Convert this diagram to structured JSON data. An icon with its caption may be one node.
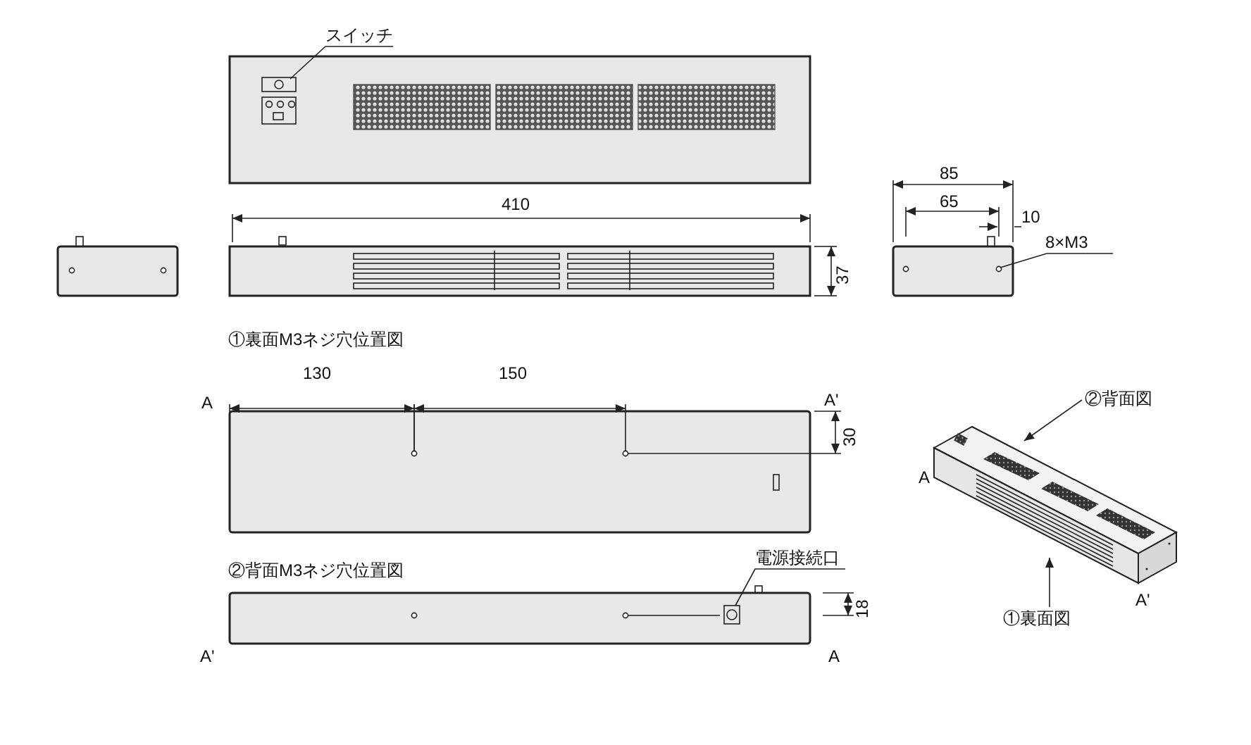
{
  "diagram": {
    "nodes": [
      {
        "text": [
          "スイッチ"
        ]
      },
      {
        "text": [],
        "shape": "box"
      },
      {
        "text": [
          "8×M3"
        ]
      },
      {
        "text": [],
        "shape": "circle"
      },
      {
        "text": [
          "電源接続口"
        ]
      },
      {
        "text": [],
        "shape": "box"
      },
      {
        "text": [
          "②背面図"
        ]
      },
      {
        "text": [
          "①裏面図"
        ]
      },
      {
        "text": [],
        "shape": "picture",
        "beside": [
          "A",
          "A'"
        ]
      }
    ],
    "edges": [
      {
        "from": 0,
        "to": 1,
        "arrow": "none"
      },
      {
        "from": 2,
        "to": 3,
        "arrow": "none"
      },
      {
        "from": 4,
        "to": 5,
        "arrow": "none"
      },
      {
        "from": 6,
        "to": 8,
        "arrow": "to"
      },
      {
        "from": 7,
        "to": 8,
        "arrow": "to"
      }
    ],
    "labels": [
      "85",
      "410",
      "65",
      "10",
      "37",
      "①裏面M3ネジ穴位置図",
      "130",
      "150",
      "A",
      "A'",
      "30",
      "②背面M3ネジ穴位置図",
      "18",
      "A'",
      "A"
    ]
  }
}
